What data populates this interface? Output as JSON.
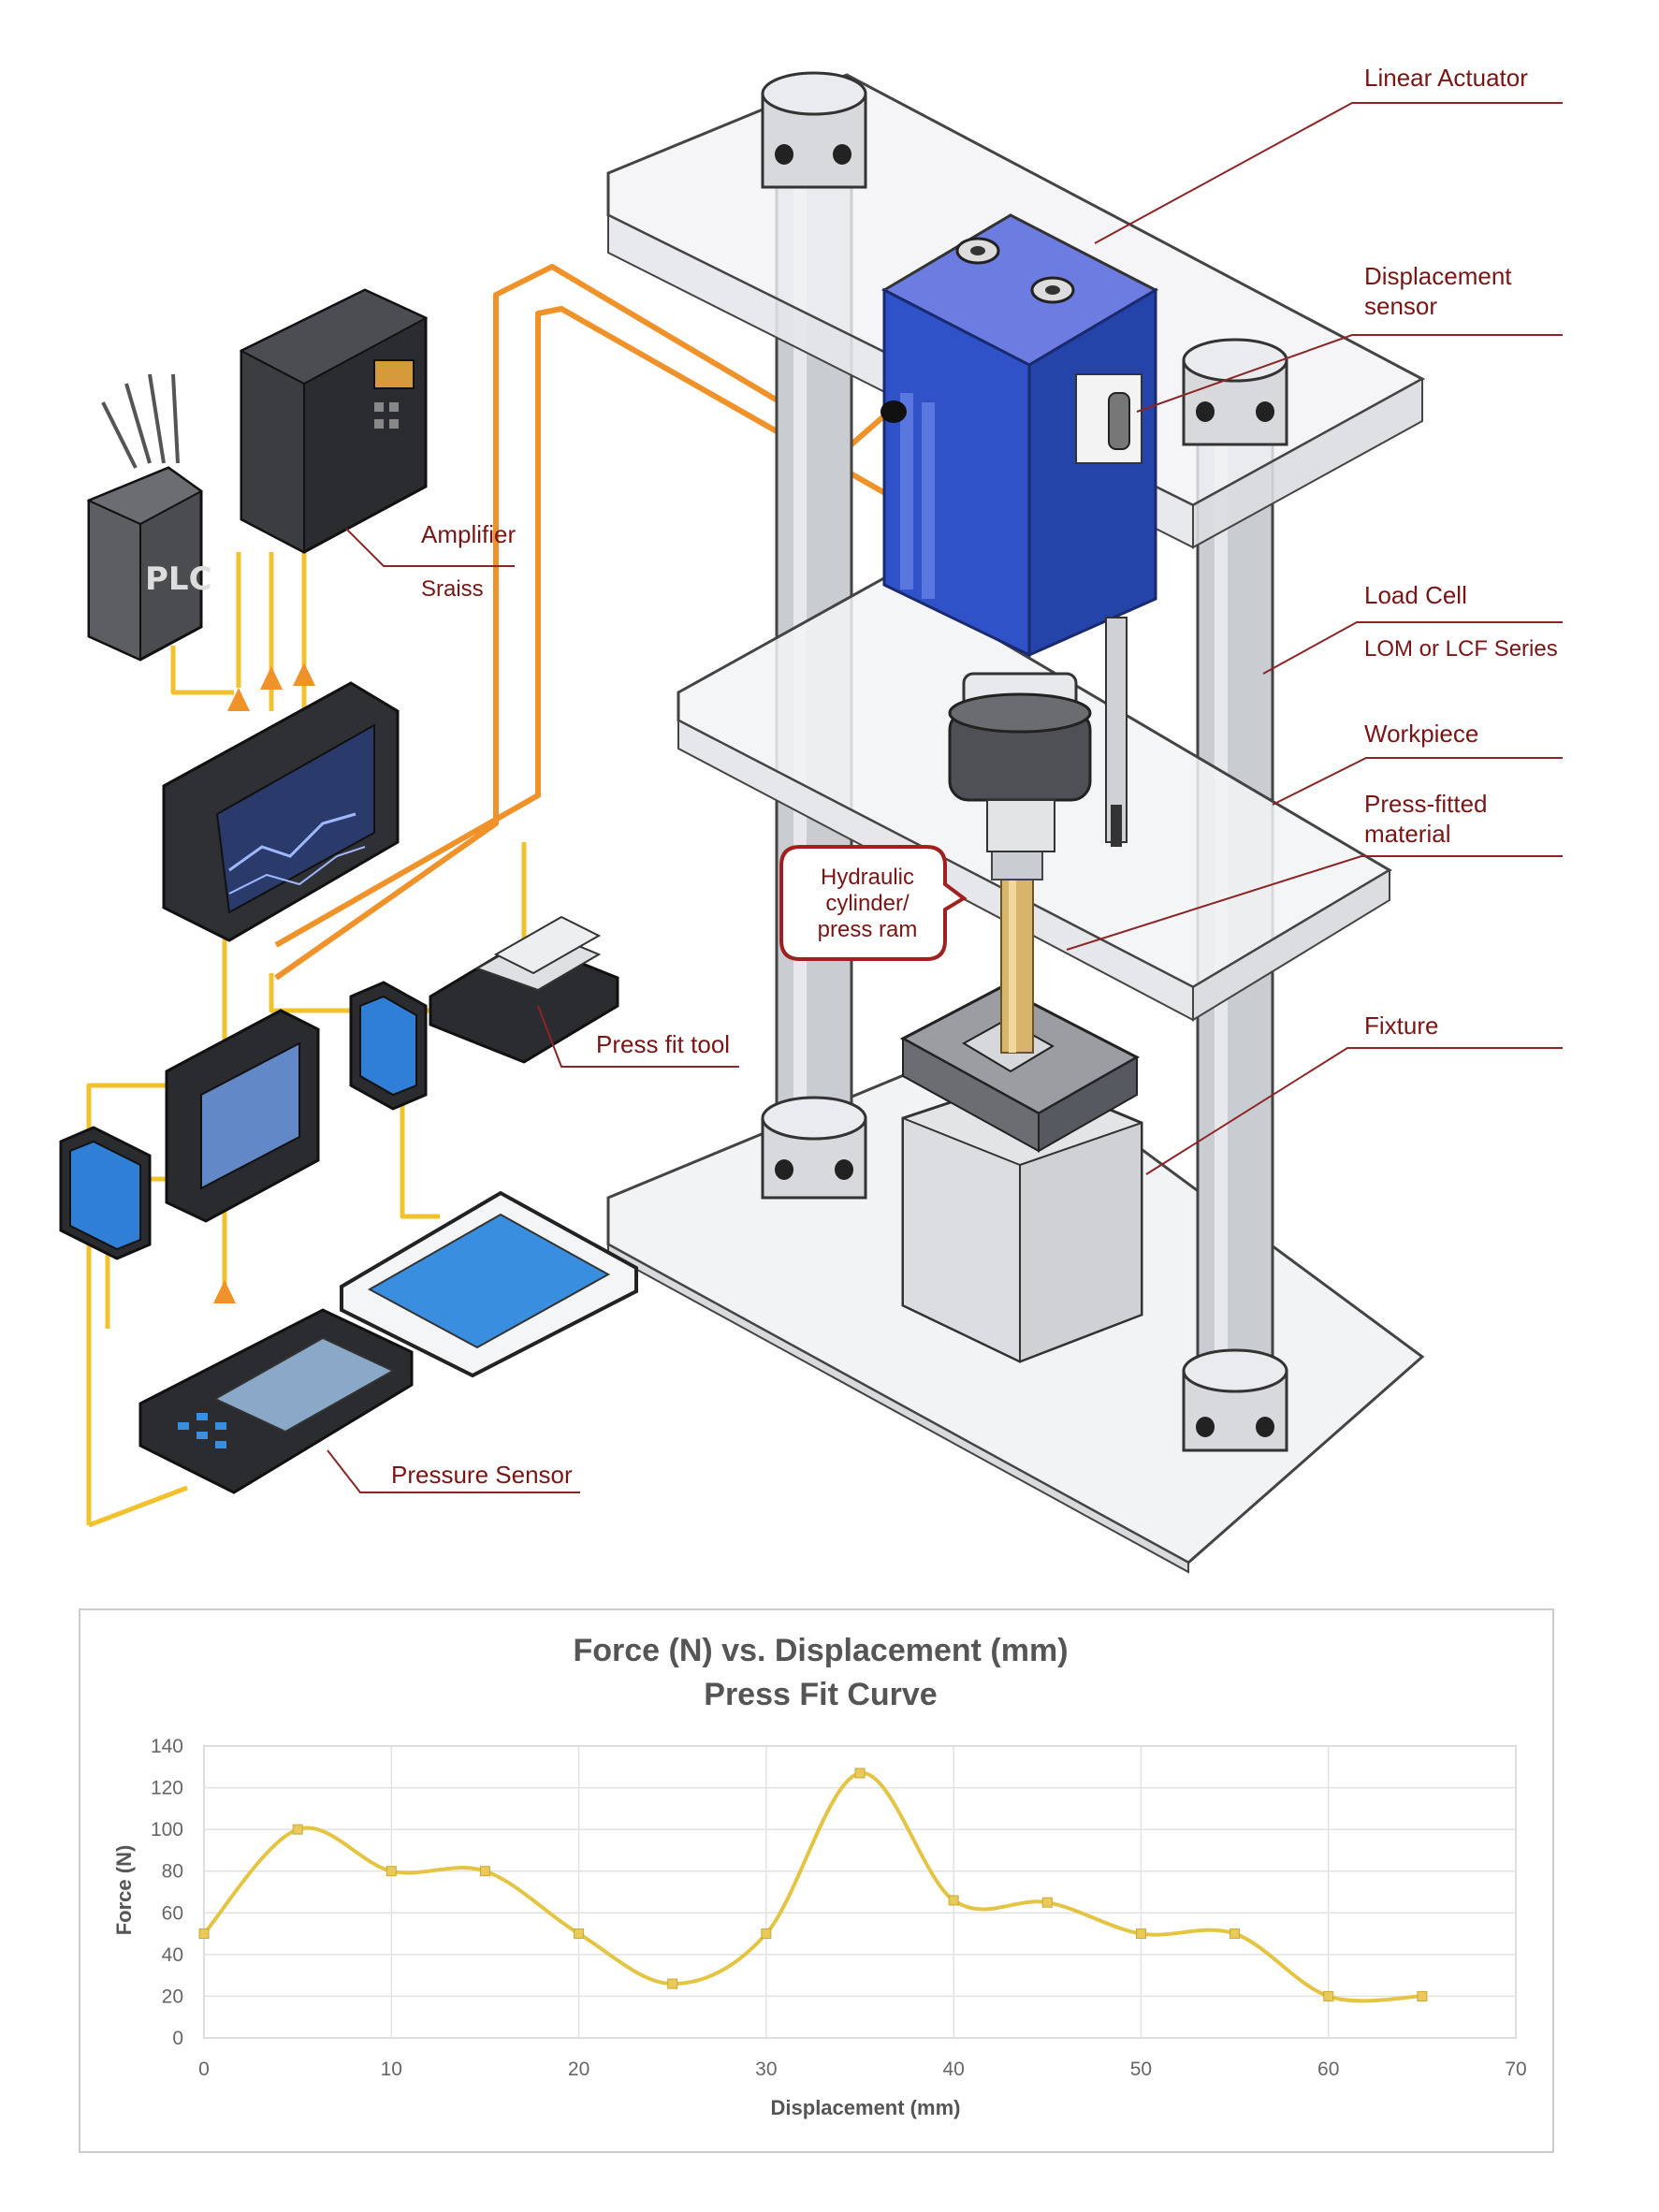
{
  "labels": {
    "linear_actuator": "Linear Actuator",
    "displacement_sensor_1": "Displacement",
    "displacement_sensor_2": "sensor",
    "load_cell": "Load Cell",
    "load_cell_series": "LOM or LCF Series",
    "workpiece": "Workpiece",
    "press_fitted_1": "Press-fitted",
    "press_fitted_2": "material",
    "fixture": "Fixture",
    "amplifier": "Amplifier",
    "amplifier_series": "Sraiss",
    "press_fit_tool": "Press fit tool",
    "pressure_sensor": "Pressure Sensor",
    "plc": "PLC",
    "callout_1": "Hydraulic",
    "callout_2": "cylinder/",
    "callout_3": "press ram"
  },
  "colors": {
    "label_red": "#7a1515",
    "wire_orange": "#f0922a",
    "wire_yellow": "#f2c12e",
    "actuator_blue": "#2f52c8",
    "curve_yellow": "#e3c443"
  },
  "chart_data": {
    "type": "line",
    "title": "Force (N) vs. Displacement (mm)",
    "subtitle": "Press Fit Curve",
    "xlabel": "Displacement (mm)",
    "ylabel": "Force (N)",
    "xlim": [
      0,
      70
    ],
    "ylim": [
      0,
      140
    ],
    "xticks": [
      0,
      10,
      20,
      30,
      40,
      50,
      60,
      70
    ],
    "yticks": [
      0,
      20,
      40,
      60,
      80,
      100,
      120,
      140
    ],
    "grid": true,
    "series": [
      {
        "x": [
          0,
          5,
          10,
          15,
          20,
          25,
          30,
          35,
          40,
          45,
          50,
          55,
          60,
          65
        ],
        "y": [
          50,
          100,
          80,
          80,
          50,
          26,
          50,
          127,
          66,
          65,
          50,
          50,
          20,
          20
        ]
      }
    ]
  }
}
